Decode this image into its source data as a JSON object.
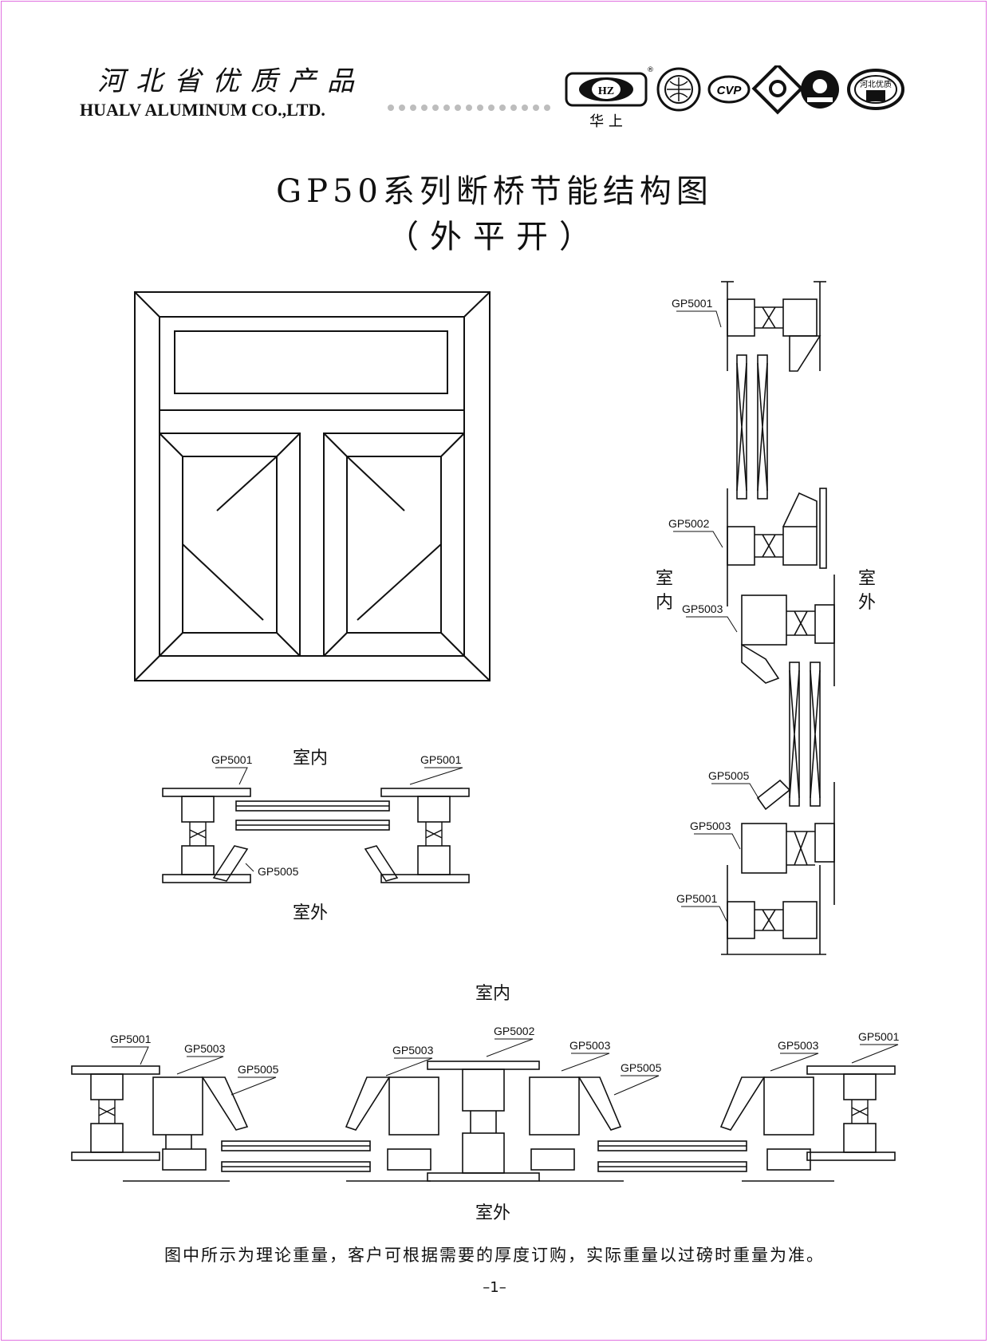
{
  "header": {
    "cn_title": "河北省优质产品",
    "company": "HUALV ALUMINUM CO.,LTD.",
    "brand_mark": "华  上",
    "logo_text": "河北优质"
  },
  "title": {
    "line1": "GP50系列断桥节能结构图",
    "line2": "（外平开）"
  },
  "labels": {
    "indoor": "室内",
    "outdoor": "室外",
    "indoor_v1": "室",
    "indoor_v2": "内",
    "outdoor_v1": "室",
    "outdoor_v2": "外"
  },
  "profiles": {
    "p1": "GP5001",
    "p2": "GP5002",
    "p3": "GP5003",
    "p5": "GP5005"
  },
  "footer": {
    "note": "图中所示为理论重量，客户可根据需要的厚度订购，实际重量以过磅时重量为准。",
    "page": "–1–"
  }
}
